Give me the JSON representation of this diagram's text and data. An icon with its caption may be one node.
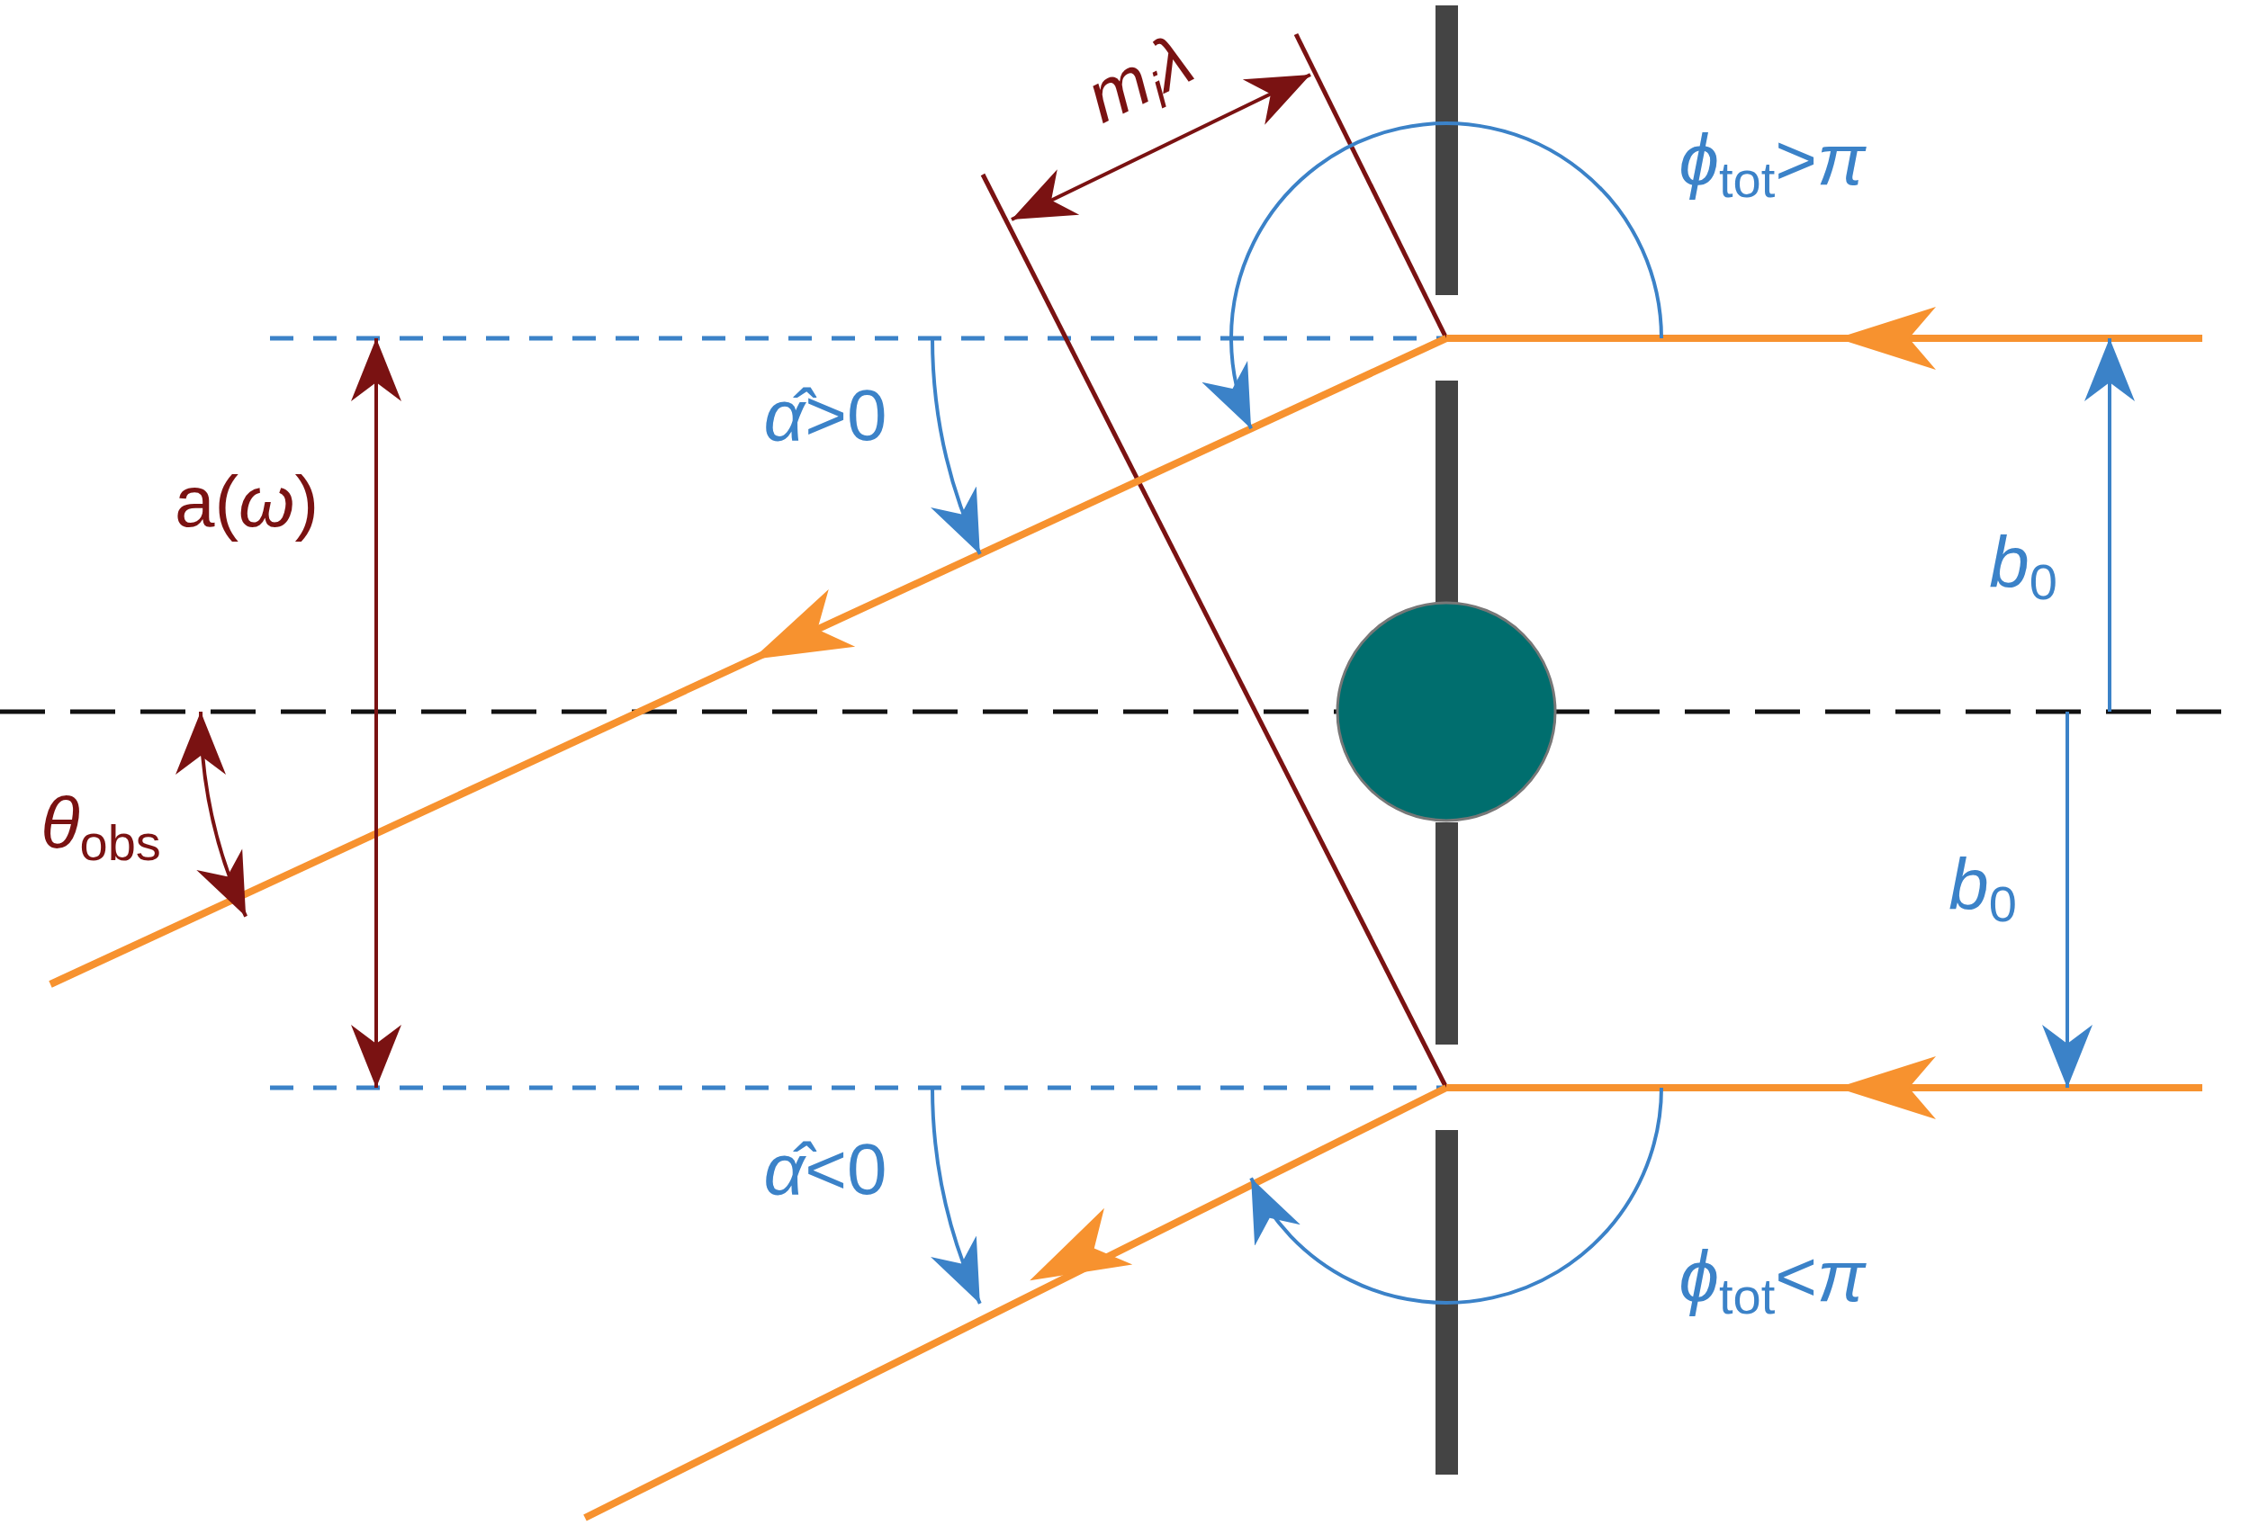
{
  "diagram": {
    "nodes": [
      {
        "text": [],
        "shape": "circle"
      }
    ],
    "labels": [
      "m$_{i}$λ",
      "*ϕ*$_{tot}$>*π*",
      "*α̂*>0",
      "a(*ω*)",
      "*b*$_{0}$",
      "*θ*$_{obs}$",
      "*b*$_{0}$",
      "*α̂*<0",
      "*ϕ*$_{tot}$<*π*"
    ]
  }
}
